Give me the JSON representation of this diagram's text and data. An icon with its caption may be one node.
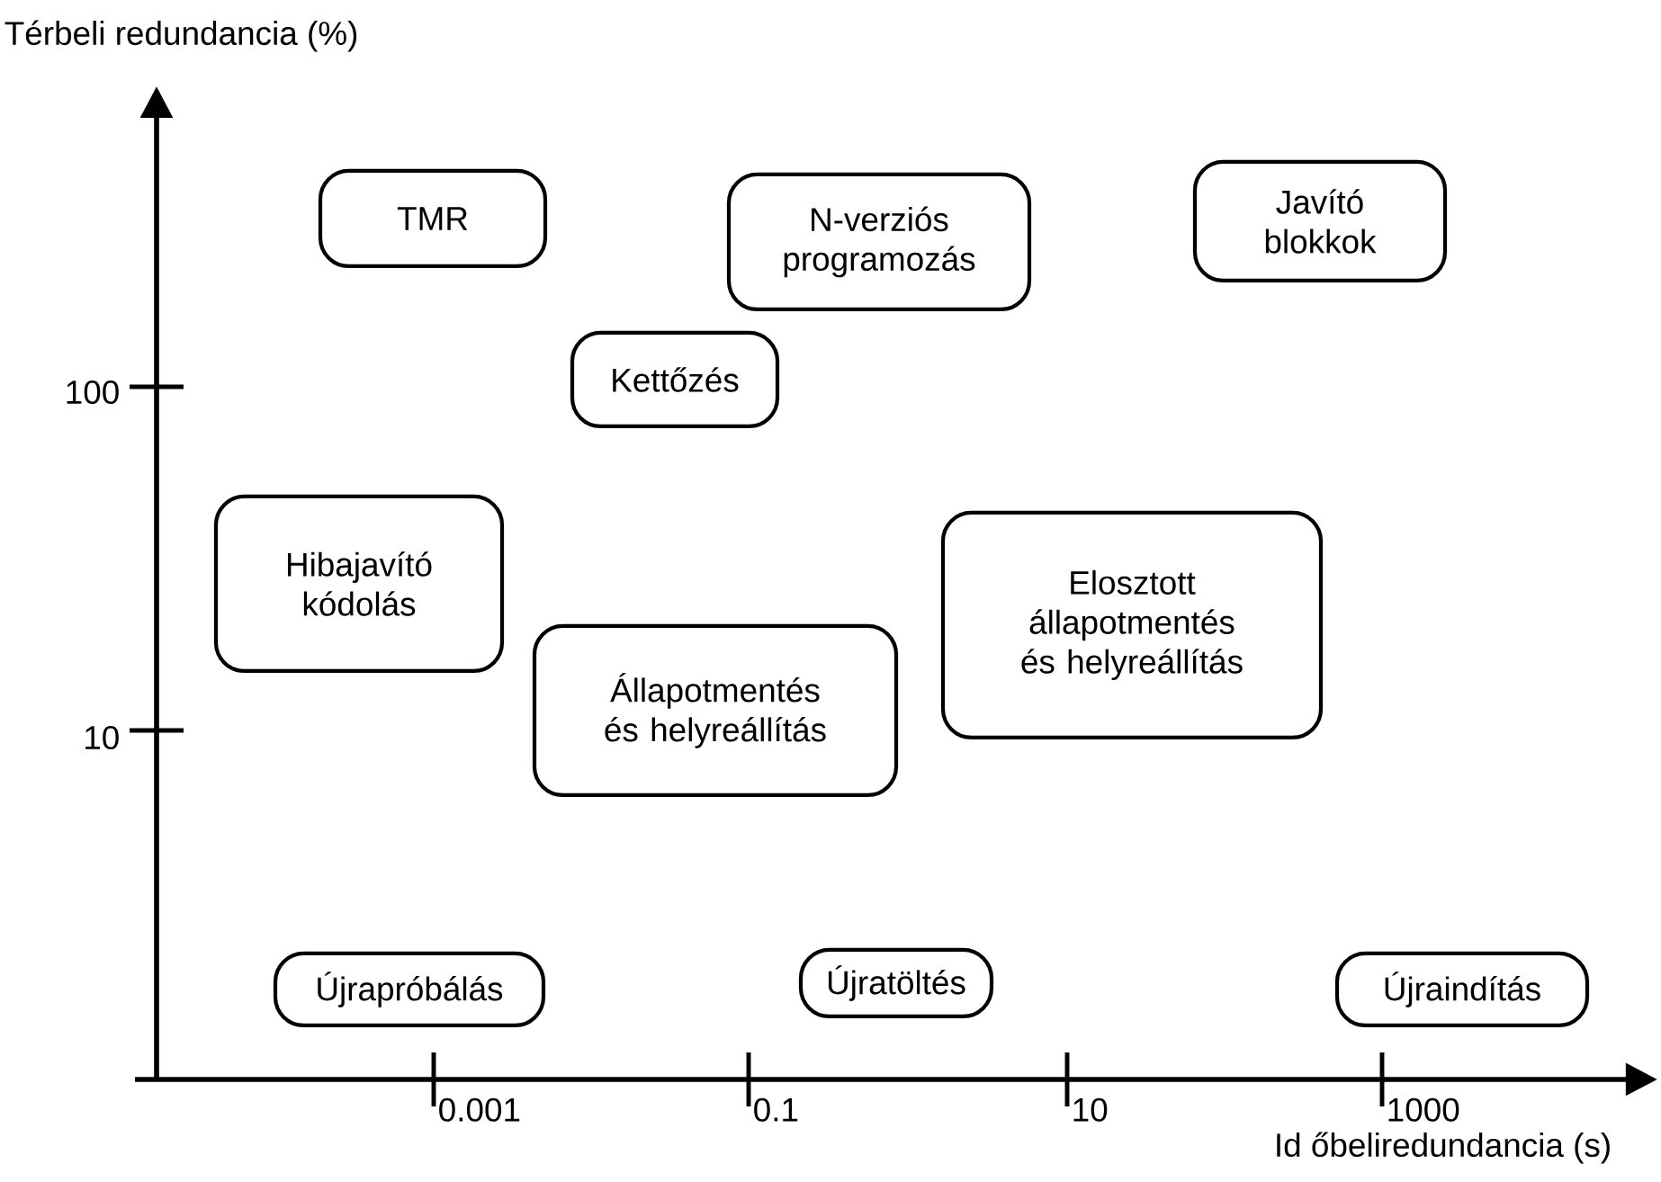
{
  "diagram": {
    "nodes": [
      {
        "text": [
          "TMR"
        ]
      },
      {
        "text": [
          "N-verziós programozás"
        ]
      },
      {
        "text": [
          "Javító blokkok"
        ]
      },
      {
        "text": [
          "Kettőzés"
        ]
      },
      {
        "text": [
          "Hibajavító kódolás"
        ]
      },
      {
        "text": [
          "Elosztott állapotmentés és helyreállítás"
        ]
      },
      {
        "text": [
          "Állapotmentés és helyreállítás"
        ]
      },
      {
        "text": [
          "Újrapróbálás"
        ]
      },
      {
        "text": [
          "Újratöltés"
        ]
      },
      {
        "text": [
          "Újraindítás"
        ]
      }
    ],
    "labels": [
      "Térbeli redundancia (%)",
      "100",
      "10",
      "0.001",
      "0.1",
      "10",
      "1000",
      "Id őbeliredundancia (s)"
    ]
  }
}
